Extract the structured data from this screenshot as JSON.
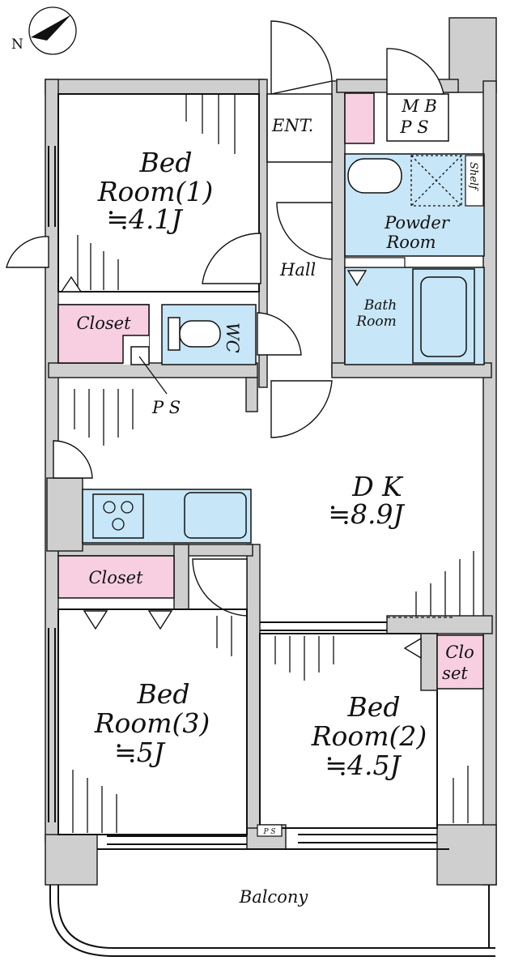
{
  "compass": {
    "north_label": "N"
  },
  "rooms": {
    "bedroom1": {
      "line1": "Bed",
      "line2": "Room(1)",
      "size": "≒4.1J"
    },
    "bedroom2": {
      "line1": "Bed",
      "line2": "Room(2)",
      "size": "≒4.5J"
    },
    "bedroom3": {
      "line1": "Bed",
      "line2": "Room(3)",
      "size": "≒5J"
    },
    "dk": {
      "line1": "D K",
      "size": "≒8.9J"
    },
    "hall": "Hall",
    "entrance": "ENT.",
    "mbps": {
      "line1": "M B",
      "line2": "P S"
    },
    "shelf": "Shelf",
    "powder_room": {
      "line1": "Powder",
      "line2": "Room"
    },
    "bath_room": {
      "line1": "Bath",
      "line2": "Room"
    },
    "wc": "WC",
    "closet_top": "Closet",
    "closet_mid": "Closet",
    "closet_br2": {
      "line1": "Clo",
      "line2": "set"
    },
    "ps_top": "P S",
    "ps_bottom": "P S",
    "balcony": "Balcony"
  },
  "colors": {
    "wet_area": "#c7e6f7",
    "storage": "#f7cfe0",
    "wall": "#cfcfcf"
  }
}
